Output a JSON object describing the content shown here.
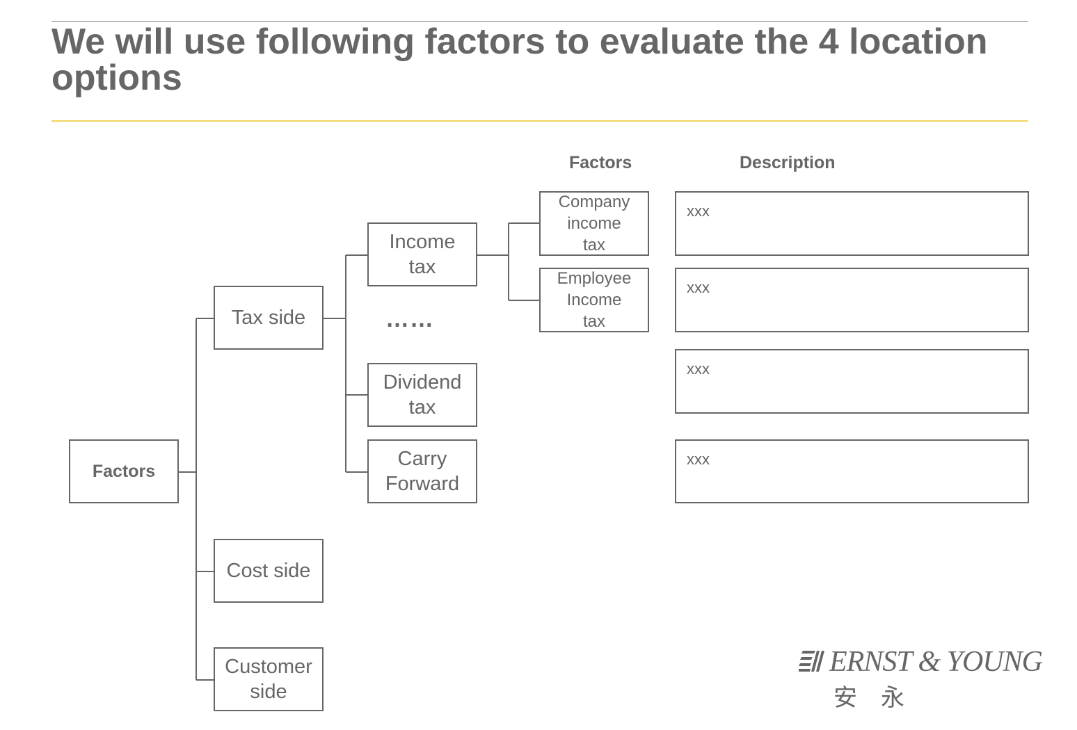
{
  "slide": {
    "title": "We will use following factors to evaluate the 4 location options"
  },
  "headers": {
    "factors": "Factors",
    "description": "Description"
  },
  "tree": {
    "root": "Factors",
    "level1": {
      "tax_side": "Tax side",
      "cost_side": "Cost side",
      "customer_side": "Customer\nside"
    },
    "level2": {
      "income_tax": "Income\ntax",
      "ellipsis": "……",
      "dividend_tax": "Dividend\ntax",
      "carry_forward": "Carry\nForward"
    },
    "level3": {
      "company_income_tax": "Company\nincome\ntax",
      "employee_income_tax": "Employee\nIncome\ntax"
    }
  },
  "descriptions": [
    "xxx",
    "xxx",
    "xxx",
    "xxx"
  ],
  "logo": {
    "name": "ERNST & YOUNG",
    "chinese": "安永"
  },
  "colors": {
    "text": "#666666",
    "border": "#666666",
    "accent_rule": "#f1d55a"
  }
}
